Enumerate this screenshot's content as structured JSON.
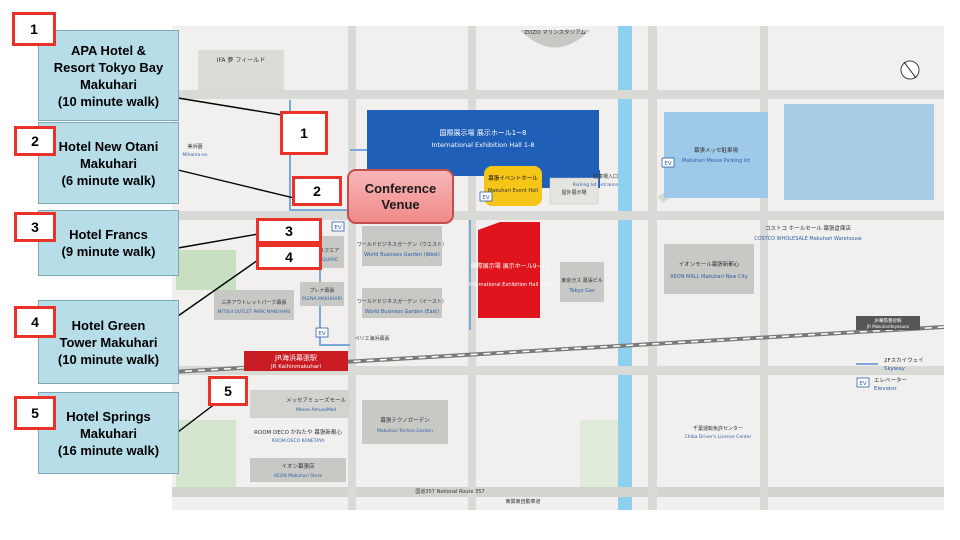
{
  "hotels": [
    {
      "number": "1",
      "lines": [
        "APA Hotel &",
        "Resort Tokyo Bay",
        "Makuhari",
        "(10 minute walk)"
      ]
    },
    {
      "number": "2",
      "lines": [
        "Hotel New Otani",
        "Makuhari",
        "(6 minute walk)"
      ]
    },
    {
      "number": "3",
      "lines": [
        "Hotel Francs",
        "(9 minute walk)"
      ]
    },
    {
      "number": "4",
      "lines": [
        "Hotel Green",
        "Tower Makuhari",
        "(10 minute walk)"
      ]
    },
    {
      "number": "5",
      "lines": [
        "Hotel Springs",
        "Makuhari",
        "(16 minute walk)"
      ]
    }
  ],
  "venue": {
    "lines": [
      "Conference",
      "Venue"
    ]
  },
  "map_labels": {
    "zozo": "ZOZO マリンスタジアム",
    "hall_1_8_jp": "国際展示場 展示ホール1~8",
    "hall_1_8_en": "International Exhibition Hall 1-8",
    "hall_9_11_jp": "国際展示場\n展示ホール9~11",
    "hall_9_11_en": "International Exhibition Hall 9-11",
    "event_hall_jp": "幕張イベントホール",
    "event_hall_en": "Makuhari Event Hall",
    "outdoor_space": "屋外展示場",
    "wbg_west_jp": "ワールドビジネスガーデン（ウエスト）",
    "wbg_west_en": "World Business Garden (West)",
    "wbg_east_jp": "ワールドビジネスガーデン（イースト）",
    "wbg_east_en": "World Business Garden (East)",
    "messe_jp": "幕張メッセ駐車場",
    "messe_en": "Makuhari Messe Parking lot",
    "costco_jp": "コストコ ホールセール 幕張倉庫店",
    "costco_en": "COSTCO WHOLESALE Makuhari Warehouse",
    "aeon_new_city_jp": "イオンモール幕張新都心",
    "aeon_new_city_en": "AEON MALL Makuhari New City",
    "tokyo_gas": "東京ガス 幕張ビル",
    "tokyo_gas_en": "Tokyo Gas",
    "mitsui_outlet": "三井アウトレットパーク幕張",
    "mitsui_outlet_en": "MITSUI OUTLET PARK MAKUHARI",
    "plena": "プレナ幕張",
    "plena_en": "PLENA MAKUHARI",
    "jr_station_jp": "JR海浜幕張駅",
    "jr_station_en": "JR Kaihinmakuhari",
    "messe_amuse": "メッセアミューズモール",
    "messe_amuse_en": "Messe AmuseMall",
    "techno_garden_jp": "幕張テクノガーデン",
    "techno_garden_en": "Makuhari Techno Garden",
    "room_deco": "ROOM DECO かねたや 幕張新都心",
    "room_deco_en": "ROOM DECO KANETAYA",
    "aeon_store_jp": "イオン幕張店",
    "aeon_store_en": "AEON Makuhari Store",
    "jr_makuhari_toyosuna_jp": "JR幕張豊砂駅",
    "jr_makuhari_toyosuna_en": "JR Makuharitoyosuna",
    "skyway_jp": "2Fスカイウェイ",
    "skyway_en": "Skyway",
    "elevator_jp": "エレベーター",
    "elevator_en": "Elevator",
    "ev": "EV",
    "route_357": "国道357 National Route 357",
    "expressway": "東関東自動車道",
    "seaside_park": "ペリエ海浜幕張",
    "ifa_field": "IFA 夢 フィールド",
    "driver_center": "千葉運転免許センター",
    "driver_center_en": "Chiba Driver's License Center",
    "qvc": "QVC スクエア",
    "qvc_en": "QVC SQUARE",
    "parking_entrance": "駐車場入口",
    "parking_entrance_en": "Parking lot entrance",
    "shiohama_jp": "美浜園",
    "shiohama_en": "Mihama-en"
  },
  "colors": {
    "callout_fill": "#b7dde8",
    "callout_border": "#7fa8b7",
    "number_border": "#e8322a",
    "venue_fill": "#f3a0a0",
    "venue_border": "#c0504d",
    "hall_blue": "#1f5fb8",
    "hall_red": "#e0141c",
    "river": "#8fd0ee",
    "event_yellow": "#f5c518"
  }
}
